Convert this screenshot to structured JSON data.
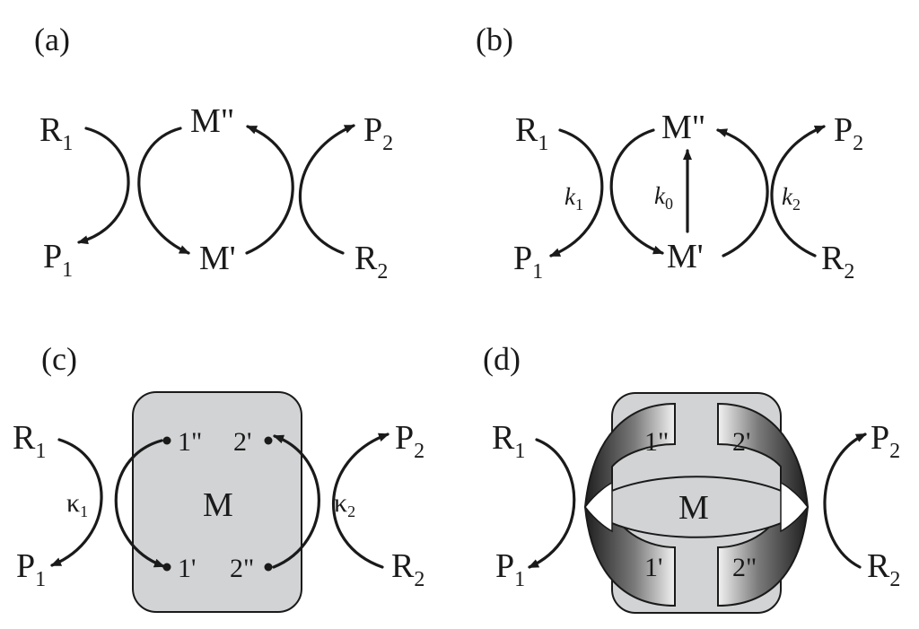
{
  "panels": {
    "a": {
      "label": "(a)",
      "species": {
        "r1": {
          "main": "R",
          "sub": "1"
        },
        "p1": {
          "main": "P",
          "sub": "1"
        },
        "m_double": {
          "main": "M\""
        },
        "m_single": {
          "main": "M'"
        },
        "p2": {
          "main": "P",
          "sub": "2"
        },
        "r2": {
          "main": "R",
          "sub": "2"
        }
      }
    },
    "b": {
      "label": "(b)",
      "species": {
        "r1": {
          "main": "R",
          "sub": "1"
        },
        "p1": {
          "main": "P",
          "sub": "1"
        },
        "m_double": {
          "main": "M\""
        },
        "m_single": {
          "main": "M'"
        },
        "p2": {
          "main": "P",
          "sub": "2"
        },
        "r2": {
          "main": "R",
          "sub": "2"
        }
      },
      "rates": {
        "k1": {
          "main": "k",
          "sub": "1"
        },
        "k0": {
          "main": "k",
          "sub": "0"
        },
        "k2": {
          "main": "k",
          "sub": "2"
        }
      }
    },
    "c": {
      "label": "(c)",
      "species": {
        "r1": {
          "main": "R",
          "sub": "1"
        },
        "p1": {
          "main": "P",
          "sub": "1"
        },
        "p2": {
          "main": "P",
          "sub": "2"
        },
        "r2": {
          "main": "R",
          "sub": "2"
        }
      },
      "machine": "M",
      "sites": {
        "s1_double": "1\"",
        "s2_single": "2'",
        "s1_single": "1'",
        "s2_double": "2\""
      },
      "rates": {
        "kappa1": {
          "main": "κ",
          "sub": "1"
        },
        "kappa2": {
          "main": "κ",
          "sub": "2"
        }
      },
      "colors": {
        "machine_fill": "#d1d3d4",
        "stroke": "#1a1a1a"
      }
    },
    "d": {
      "label": "(d)",
      "species": {
        "r1": {
          "main": "R",
          "sub": "1"
        },
        "p1": {
          "main": "P",
          "sub": "1"
        },
        "p2": {
          "main": "P",
          "sub": "2"
        },
        "r2": {
          "main": "R",
          "sub": "2"
        }
      },
      "machine": "M",
      "sites": {
        "s1_double": "1\"",
        "s2_single": "2'",
        "s1_single": "1'",
        "s2_double": "2\""
      },
      "colors": {
        "machine_fill": "#d1d3d4",
        "band_dark": "#2a2a2a",
        "band_light": "#f4f4f4"
      }
    }
  }
}
